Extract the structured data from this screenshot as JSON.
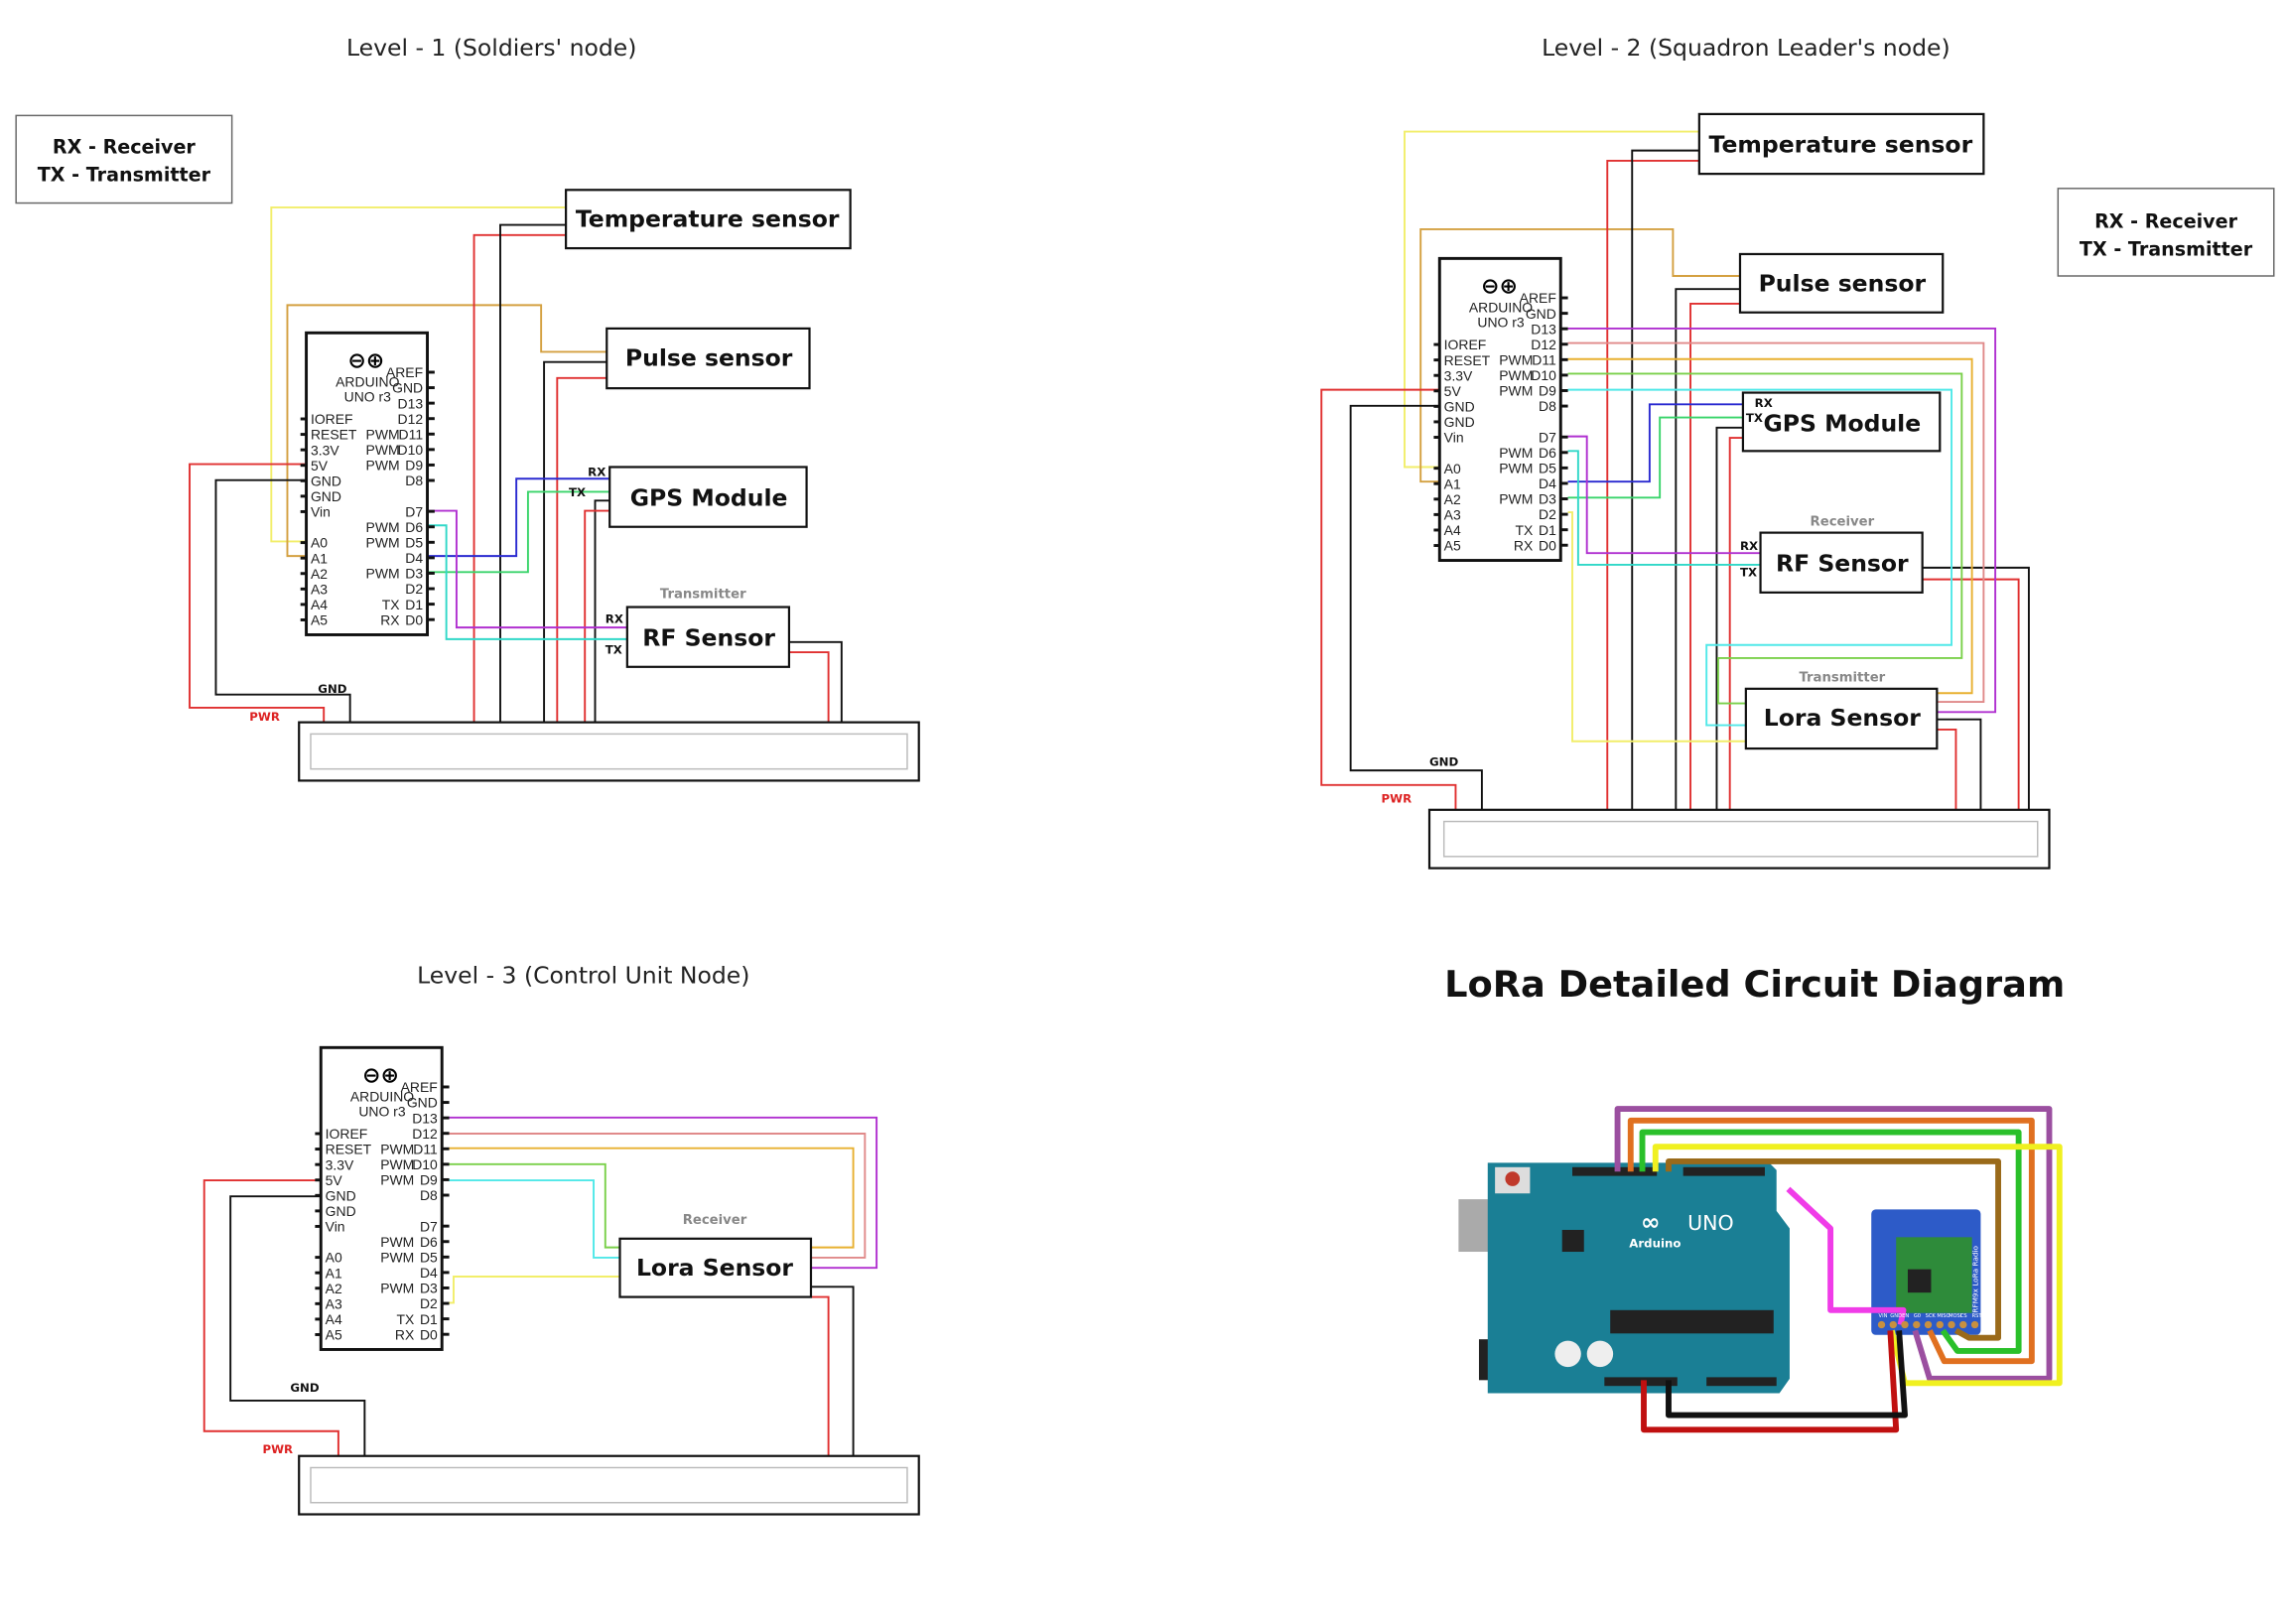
{
  "titles": {
    "level1": "Level - 1 (Soldiers' node)",
    "level2": "Level - 2 (Squadron Leader's node)",
    "level3": "Level - 3 (Control Unit Node)",
    "lora": "LoRa Detailed Circuit Diagram"
  },
  "legend": {
    "rx": "RX - Receiver",
    "tx": "TX - Transmitter"
  },
  "arduino": {
    "brand": "ARDUINO",
    "model": "UNO r3",
    "left_pins": [
      "IOREF",
      "RESET",
      "3.3V",
      "5V",
      "GND",
      "GND",
      "Vin",
      "",
      "A0",
      "A1",
      "A2",
      "A3",
      "A4",
      "A5"
    ],
    "right_pins": [
      "AREF",
      "GND",
      "D13",
      "D12",
      "D11",
      "D10",
      "D9",
      "D8",
      "",
      "D7",
      "D6",
      "D5",
      "D4",
      "D3",
      "D2",
      "D1",
      "D0"
    ],
    "right_prefix": [
      "",
      "",
      "",
      "",
      "PWM",
      "PWM",
      "PWM",
      "",
      "",
      "",
      "PWM",
      "PWM",
      "",
      "PWM",
      "",
      "TX",
      "RX"
    ]
  },
  "level1": {
    "temperature": "Temperature sensor",
    "pulse": "Pulse sensor",
    "gps": "GPS Module",
    "rf": "RF Sensor",
    "rf_caption": "Transmitter",
    "rx": "RX",
    "tx": "TX",
    "rx2": "RX",
    "tx2": "TX",
    "gnd": "GND",
    "pwr": "PWR"
  },
  "level2": {
    "temperature": "Temperature sensor",
    "pulse": "Pulse sensor",
    "gps": "GPS Module",
    "rf": "RF Sensor",
    "rf_caption": "Receiver",
    "lora": "Lora Sensor",
    "lora_caption": "Transmitter",
    "rx": "RX",
    "tx": "TX",
    "rx2": "RX",
    "tx2": "TX",
    "gnd": "GND",
    "pwr": "PWR"
  },
  "level3": {
    "lora": "Lora Sensor",
    "lora_caption": "Receiver",
    "gnd": "GND",
    "pwr": "PWR"
  },
  "lora_board": {
    "uno_label": "UNO",
    "arduino_label": "Arduino",
    "module_label": "RFM9x LoRa Radio",
    "module_pins": [
      "VIN",
      "GND",
      "EN",
      "G0",
      "SCK",
      "MISO",
      "MOSI",
      "CS",
      "RST"
    ]
  },
  "colors": {
    "red": "#e03030",
    "black": "#111111",
    "yellow": "#f2ee6a",
    "orange": "#d4a040",
    "blue": "#2a2ad0",
    "green": "#39d46a",
    "purple": "#b030d0",
    "teal": "#30d8c8",
    "pink": "#e08a8a",
    "amber": "#e8b030",
    "lime": "#7ad04a",
    "cyan": "#50e8e8",
    "board_teal": "#1a7f95",
    "module_blue": "#2d5bc8",
    "magenta": "#f03ce8"
  }
}
